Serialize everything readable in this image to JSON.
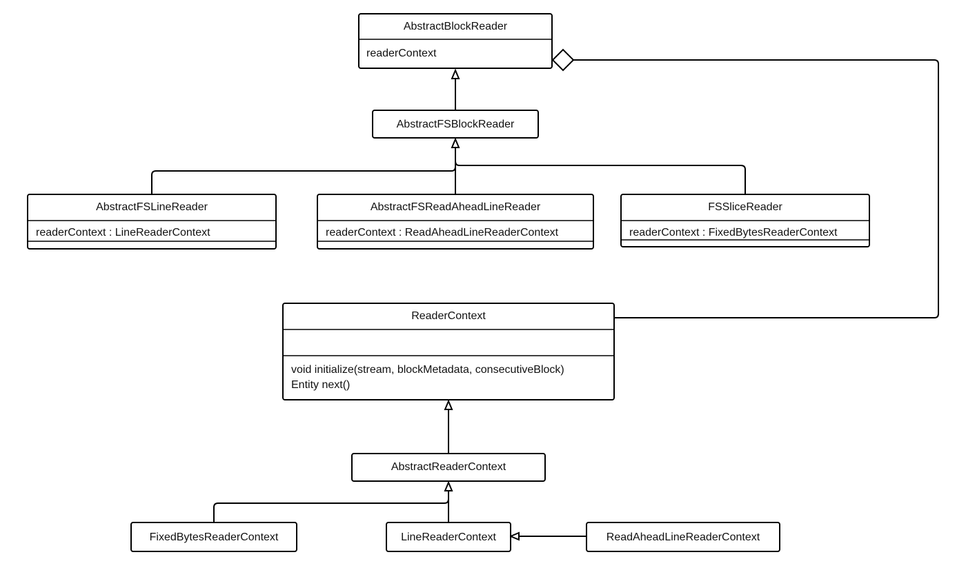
{
  "classes": {
    "abstract_block_reader": {
      "name": "AbstractBlockReader",
      "attribute": "readerContext"
    },
    "abstract_fs_block_reader": {
      "name": "AbstractFSBlockReader"
    },
    "abstract_fs_line_reader": {
      "name": "AbstractFSLineReader",
      "attribute": "readerContext : LineReaderContext"
    },
    "abstract_fs_read_ahead_line_reader": {
      "name": "AbstractFSReadAheadLineReader",
      "attribute": "readerContext : ReadAheadLineReaderContext"
    },
    "fs_slice_reader": {
      "name": "FSSliceReader",
      "attribute": "readerContext : FixedBytesReaderContext"
    },
    "reader_context": {
      "name": "ReaderContext",
      "method1": "void initialize(stream, blockMetadata, consecutiveBlock)",
      "method2": "Entity next()"
    },
    "abstract_reader_context": {
      "name": "AbstractReaderContext"
    },
    "fixed_bytes_reader_context": {
      "name": "FixedBytesReaderContext"
    },
    "line_reader_context": {
      "name": "LineReaderContext"
    },
    "read_ahead_line_reader_context": {
      "name": "ReadAheadLineReaderContext"
    }
  }
}
